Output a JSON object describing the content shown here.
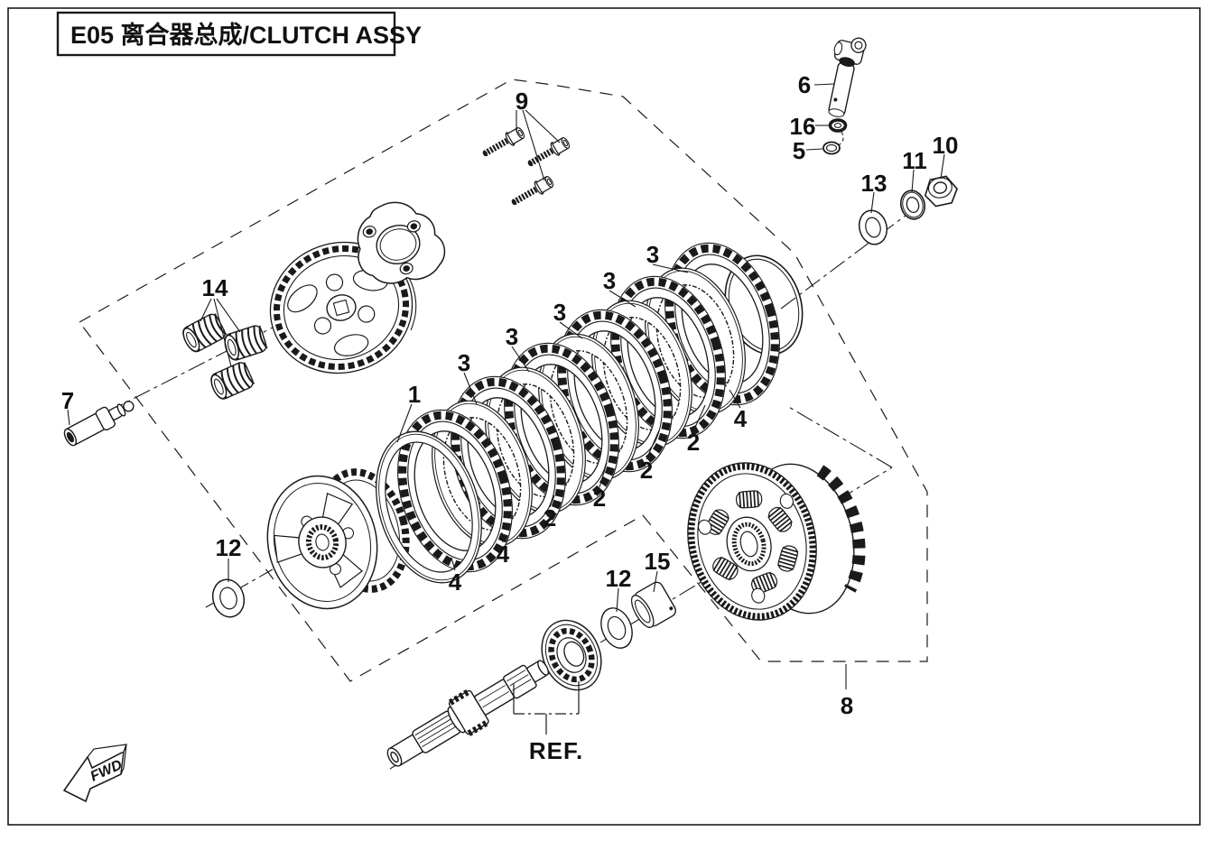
{
  "title": "E05 离合器总成/CLUTCH ASSY",
  "markers": {
    "ref": "REF.",
    "fwd": "FWD"
  },
  "callouts": {
    "n1": "1",
    "n2": "2",
    "n3": "3",
    "n4": "4",
    "n5": "5",
    "n6": "6",
    "n7": "7",
    "n8": "8",
    "n9": "9",
    "n10": "10",
    "n11": "11",
    "n12": "12",
    "n13": "13",
    "n14": "14",
    "n15": "15",
    "n16": "16"
  },
  "diagram": {
    "ink_color": "#1a1a1a",
    "background_color": "#ffffff"
  }
}
